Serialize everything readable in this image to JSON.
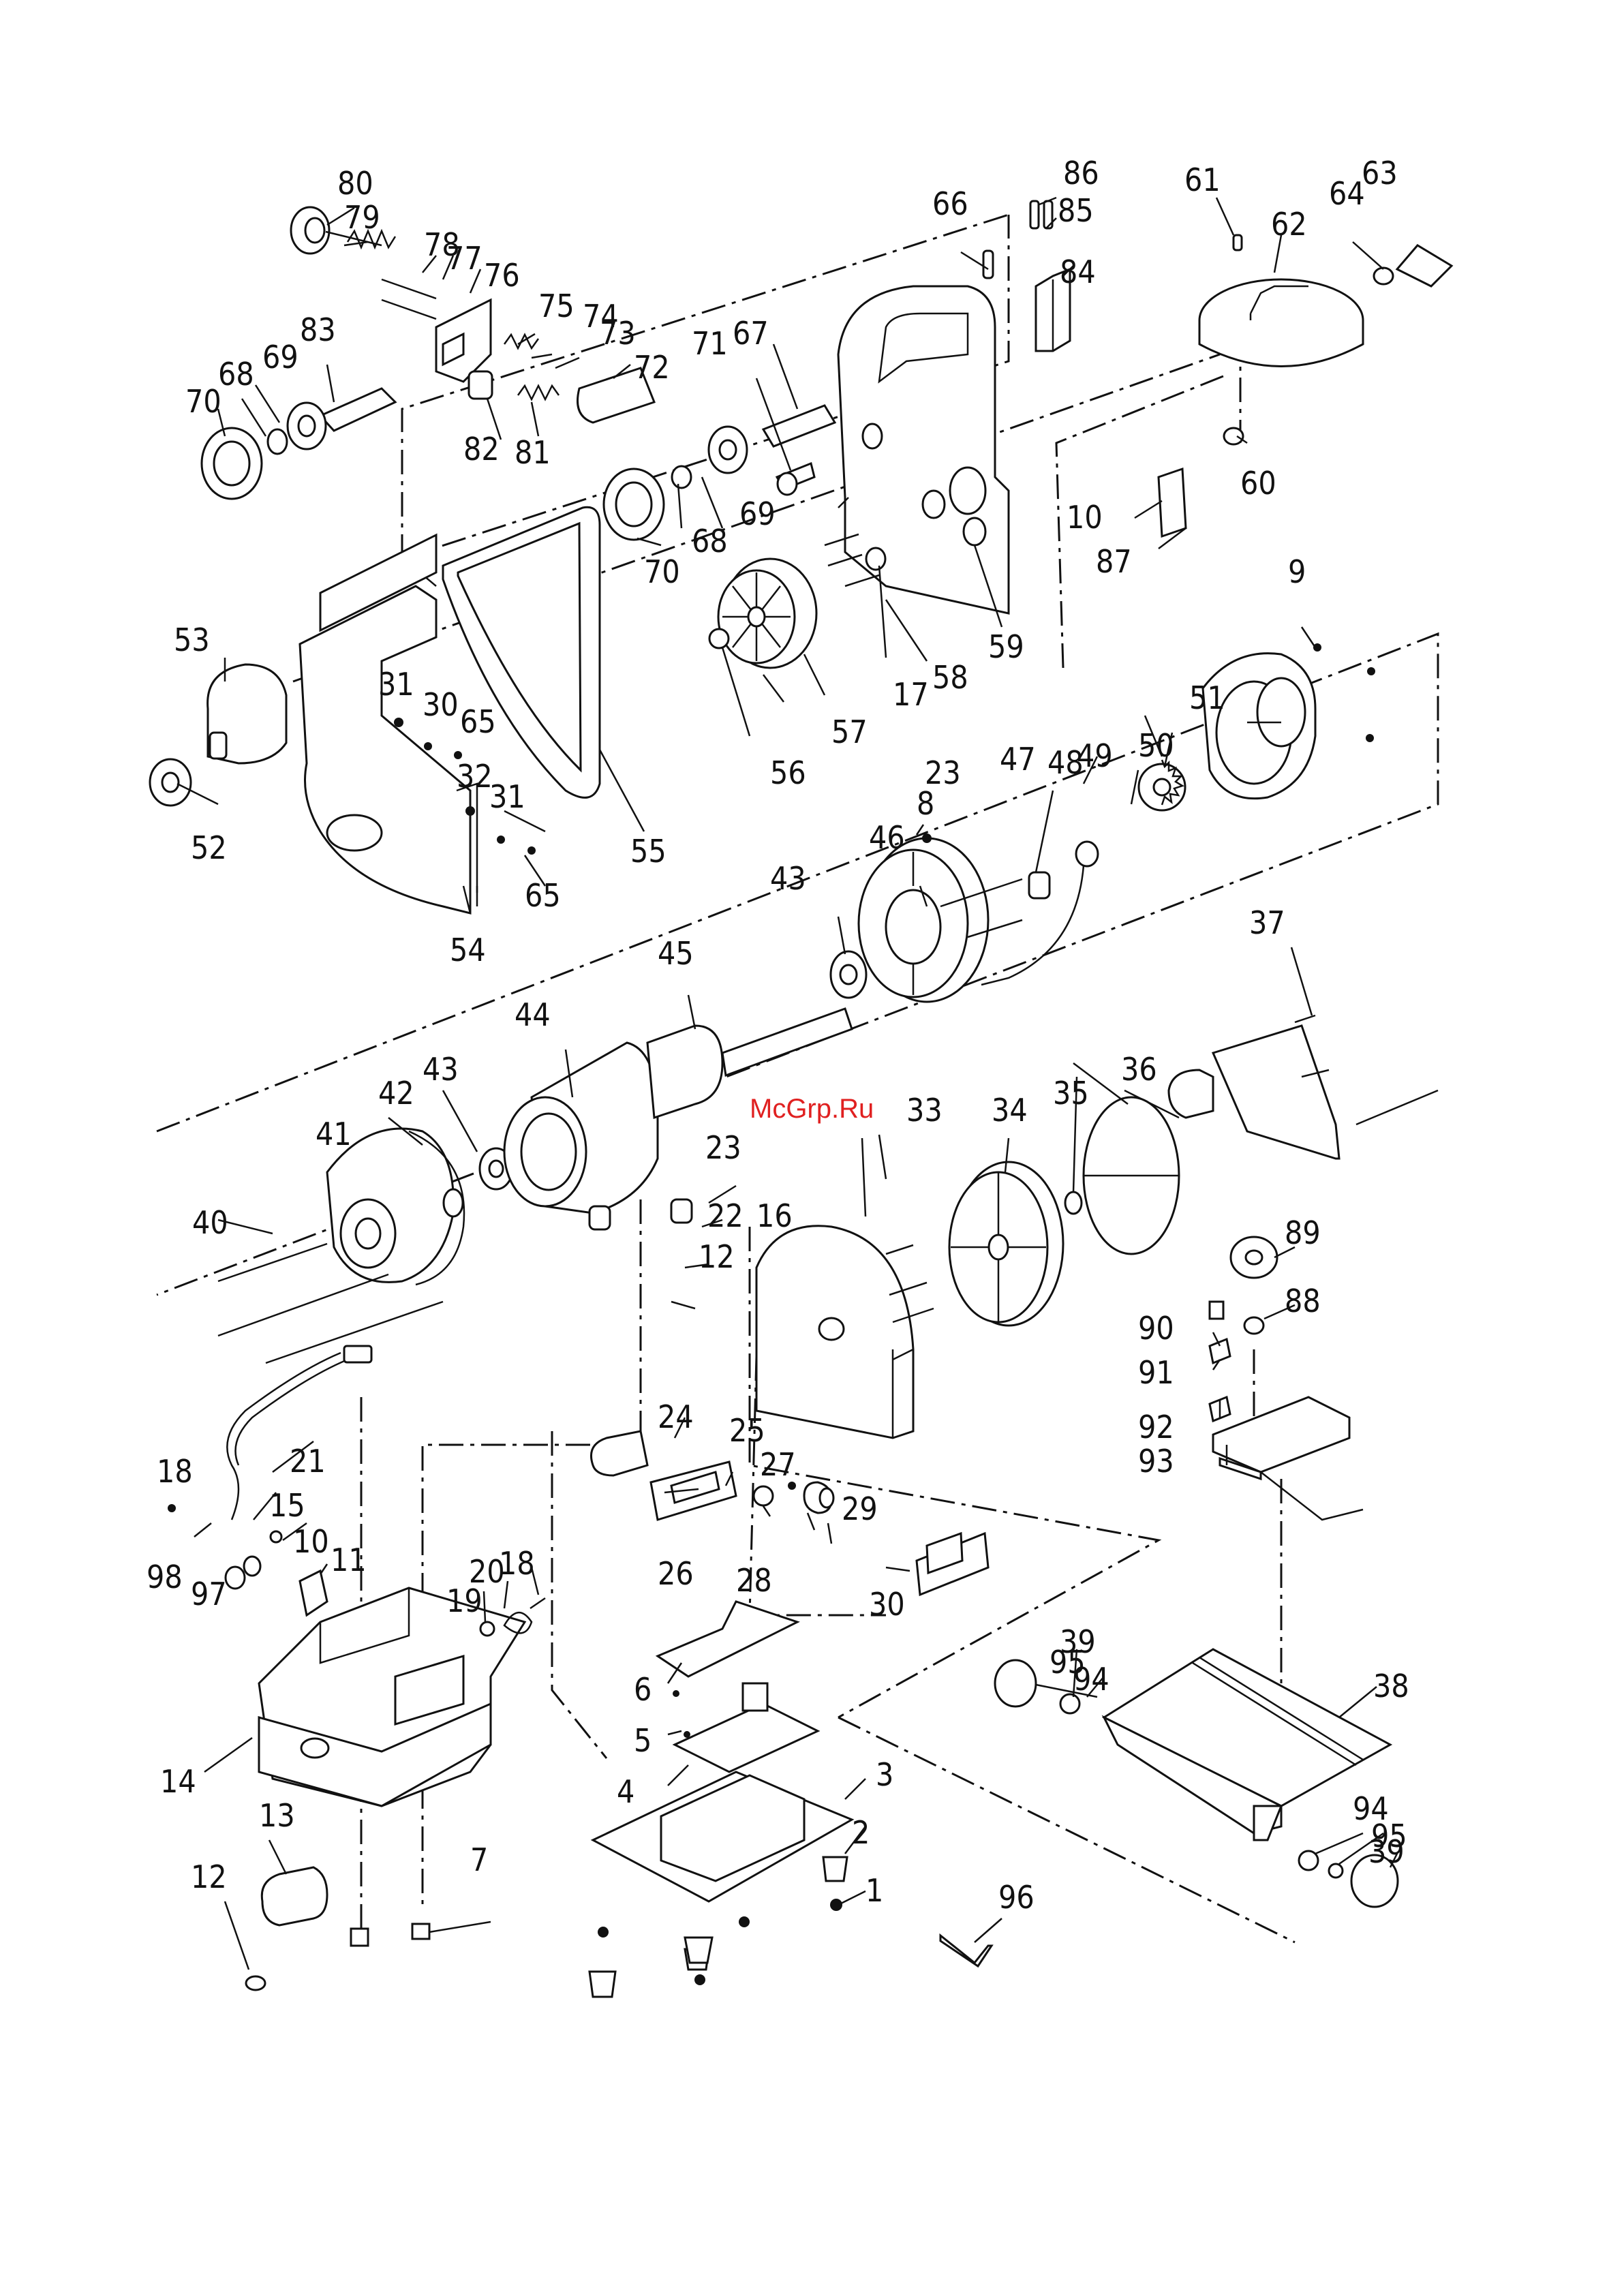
{
  "watermark": "McGrp.Ru",
  "parts": [
    {
      "n": "1"
    },
    {
      "n": "2"
    },
    {
      "n": "3"
    },
    {
      "n": "4"
    },
    {
      "n": "5"
    },
    {
      "n": "6"
    },
    {
      "n": "7"
    },
    {
      "n": "8"
    },
    {
      "n": "9"
    },
    {
      "n": "10"
    },
    {
      "n": "10"
    },
    {
      "n": "11"
    },
    {
      "n": "12"
    },
    {
      "n": "12"
    },
    {
      "n": "13"
    },
    {
      "n": "14"
    },
    {
      "n": "15"
    },
    {
      "n": "16"
    },
    {
      "n": "17"
    },
    {
      "n": "18"
    },
    {
      "n": "18"
    },
    {
      "n": "19"
    },
    {
      "n": "20"
    },
    {
      "n": "21"
    },
    {
      "n": "22"
    },
    {
      "n": "23"
    },
    {
      "n": "23"
    },
    {
      "n": "24"
    },
    {
      "n": "25"
    },
    {
      "n": "26"
    },
    {
      "n": "27"
    },
    {
      "n": "28"
    },
    {
      "n": "29"
    },
    {
      "n": "30"
    },
    {
      "n": "30"
    },
    {
      "n": "31"
    },
    {
      "n": "31"
    },
    {
      "n": "32"
    },
    {
      "n": "33"
    },
    {
      "n": "34"
    },
    {
      "n": "35"
    },
    {
      "n": "36"
    },
    {
      "n": "37"
    },
    {
      "n": "38"
    },
    {
      "n": "39"
    },
    {
      "n": "39"
    },
    {
      "n": "40"
    },
    {
      "n": "41"
    },
    {
      "n": "42"
    },
    {
      "n": "43"
    },
    {
      "n": "43"
    },
    {
      "n": "44"
    },
    {
      "n": "45"
    },
    {
      "n": "46"
    },
    {
      "n": "47"
    },
    {
      "n": "48"
    },
    {
      "n": "49"
    },
    {
      "n": "50"
    },
    {
      "n": "51"
    },
    {
      "n": "52"
    },
    {
      "n": "53"
    },
    {
      "n": "54"
    },
    {
      "n": "55"
    },
    {
      "n": "56"
    },
    {
      "n": "57"
    },
    {
      "n": "58"
    },
    {
      "n": "59"
    },
    {
      "n": "60"
    },
    {
      "n": "61"
    },
    {
      "n": "62"
    },
    {
      "n": "63"
    },
    {
      "n": "64"
    },
    {
      "n": "65"
    },
    {
      "n": "65"
    },
    {
      "n": "66"
    },
    {
      "n": "67"
    },
    {
      "n": "68"
    },
    {
      "n": "68"
    },
    {
      "n": "69"
    },
    {
      "n": "69"
    },
    {
      "n": "70"
    },
    {
      "n": "70"
    },
    {
      "n": "71"
    },
    {
      "n": "72"
    },
    {
      "n": "73"
    },
    {
      "n": "74"
    },
    {
      "n": "75"
    },
    {
      "n": "76"
    },
    {
      "n": "77"
    },
    {
      "n": "78"
    },
    {
      "n": "79"
    },
    {
      "n": "80"
    },
    {
      "n": "81"
    },
    {
      "n": "82"
    },
    {
      "n": "83"
    },
    {
      "n": "84"
    },
    {
      "n": "85"
    },
    {
      "n": "86"
    },
    {
      "n": "87"
    },
    {
      "n": "88"
    },
    {
      "n": "89"
    },
    {
      "n": "90"
    },
    {
      "n": "91"
    },
    {
      "n": "92"
    },
    {
      "n": "93"
    },
    {
      "n": "94"
    },
    {
      "n": "94"
    },
    {
      "n": "95"
    },
    {
      "n": "95"
    },
    {
      "n": "96"
    },
    {
      "n": "97"
    },
    {
      "n": "98"
    }
  ]
}
